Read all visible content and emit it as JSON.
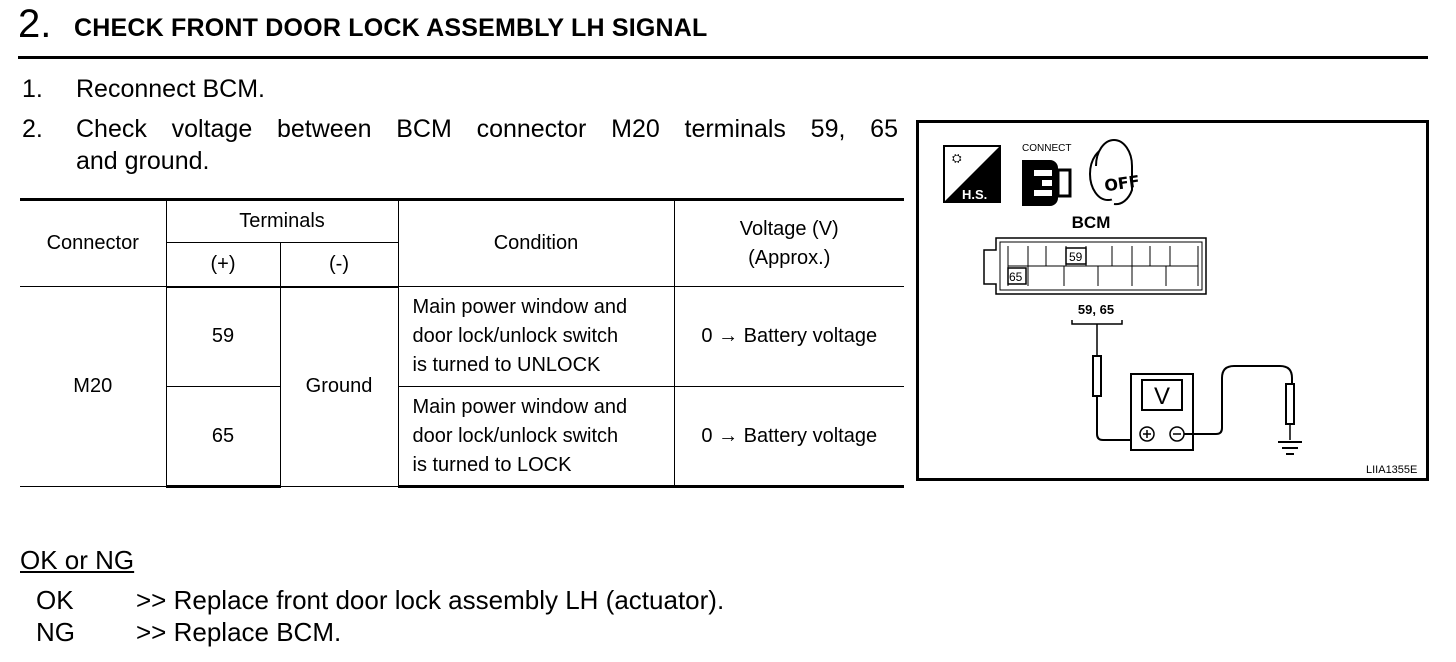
{
  "header": {
    "step_number": "2.",
    "title": "CHECK FRONT DOOR LOCK ASSEMBLY LH SIGNAL"
  },
  "instructions": [
    {
      "num": "1.",
      "text": "Reconnect BCM."
    },
    {
      "num": "2.",
      "line1": "Check voltage between BCM connector M20 terminals 59, 65",
      "line2": "and ground."
    }
  ],
  "table": {
    "headers": {
      "connector": "Connector",
      "terminals": "Terminals",
      "plus": "(+)",
      "minus": "(-)",
      "condition": "Condition",
      "voltage_line1": "Voltage (V)",
      "voltage_line2": "(Approx.)"
    },
    "connector": "M20",
    "ground": "Ground",
    "rows": [
      {
        "terminal": "59",
        "cond1": "Main power window and",
        "cond2": "door lock/unlock switch",
        "cond3": "is turned to UNLOCK",
        "voltage": "0 → Battery voltage"
      },
      {
        "terminal": "65",
        "cond1": "Main power window and",
        "cond2": "door lock/unlock switch",
        "cond3": "is turned to LOCK",
        "voltage": "0 → Battery voltage"
      }
    ]
  },
  "diagram": {
    "hs_label": "H.S.",
    "connect_label": "CONNECT",
    "off_label": "OFF",
    "bcm_label": "BCM",
    "pin_59": "59",
    "pin_65": "65",
    "probe_label": "59, 65",
    "meter_label": "V",
    "figure_code": "LIIA1355E"
  },
  "results": {
    "heading": "OK or NG",
    "ok_key": "OK",
    "ok_text": ">> Replace front door lock assembly LH (actuator).",
    "ng_key": "NG",
    "ng_text": ">> Replace BCM."
  }
}
